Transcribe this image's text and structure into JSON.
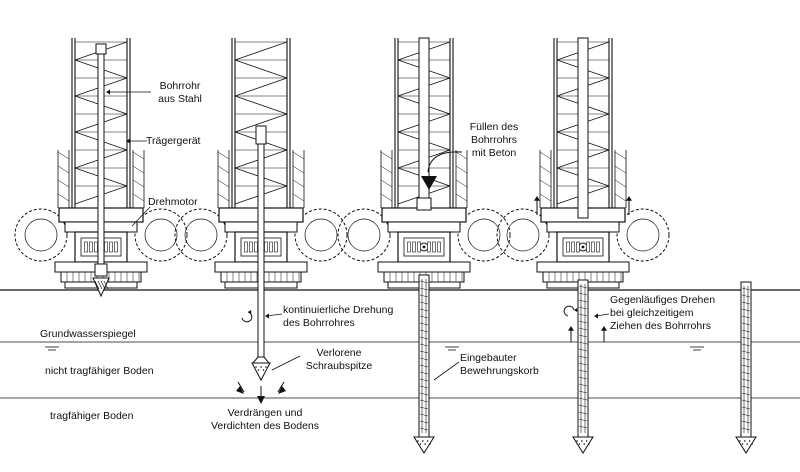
{
  "labels": {
    "bohrrohr_1": "Bohrrohr",
    "bohrrohr_2": "aus Stahl",
    "traegergeraet": "Trägergerät",
    "drehmotor": "Drehmotor",
    "fuellen_1": "Füllen des",
    "fuellen_2": "Bohrrohrs",
    "fuellen_3": "mit Beton",
    "drehung_1": "kontinuierliche Drehung",
    "drehung_2": "des Bohrrohres",
    "grundwasser": "Grundwasserspiegel",
    "nicht_tragfaehig": "nicht tragfähiger Boden",
    "tragfaehig": "tragfähiger Boden",
    "spitze_1": "Verlorene",
    "spitze_2": "Schraubspitze",
    "verdraengen_1": "Verdrängen und",
    "verdraengen_2": "Verdichten des Bodens",
    "korb_1": "Eingebauter",
    "korb_2": "Bewehrungskorb",
    "gegen_1": "Gegenläufiges Drehen",
    "gegen_2": "bei gleichzeitigem",
    "gegen_3": "Ziehen des Bohrrohrs"
  },
  "colors": {
    "ink": "#111111",
    "background": "#ffffff"
  }
}
